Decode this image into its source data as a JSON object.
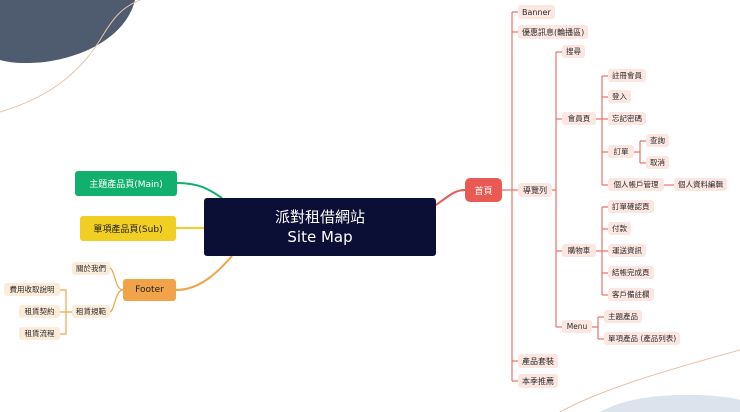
{
  "root": {
    "title": "派對租借網站",
    "subtitle": "Site Map"
  },
  "left": {
    "main": "主題產品頁(Main)",
    "sub": "單項產品頁(Sub)",
    "footer": "Footer",
    "about": "關於我們",
    "rules": "租賃規範",
    "fee": "費用收取說明",
    "contract": "租賃契約",
    "process": "租賃流程"
  },
  "right": {
    "home": "首頁",
    "banner": "Banner",
    "promo": "優惠訊息(輪播區)",
    "nav": "導覽列",
    "search": "搜尋",
    "member": "會員頁",
    "register": "註冊會員",
    "login": "登入",
    "forgot": "忘記密碼",
    "orders": "訂單",
    "query": "查詢",
    "cancel": "取消",
    "account": "個人帳戶管理",
    "profile_edit": "個人資料編輯",
    "cart": "購物車",
    "order_confirm": "訂單確認頁",
    "pay": "付款",
    "shipping": "運送資訊",
    "checkout_done": "結帳完成頁",
    "guest_register": "客戶備註欄",
    "menu": "Menu",
    "theme_products": "主題產品",
    "single_products": "單項產品 (產品列表)",
    "packages": "產品套裝",
    "season": "本季推薦"
  },
  "colors": {
    "root": "#0b0f36",
    "home": "#ea5a55",
    "main": "#12b06e",
    "sub": "#f1cf22",
    "footer": "#f1a34a",
    "right_line": "#e9736d",
    "left_line": "#f1a34a"
  }
}
